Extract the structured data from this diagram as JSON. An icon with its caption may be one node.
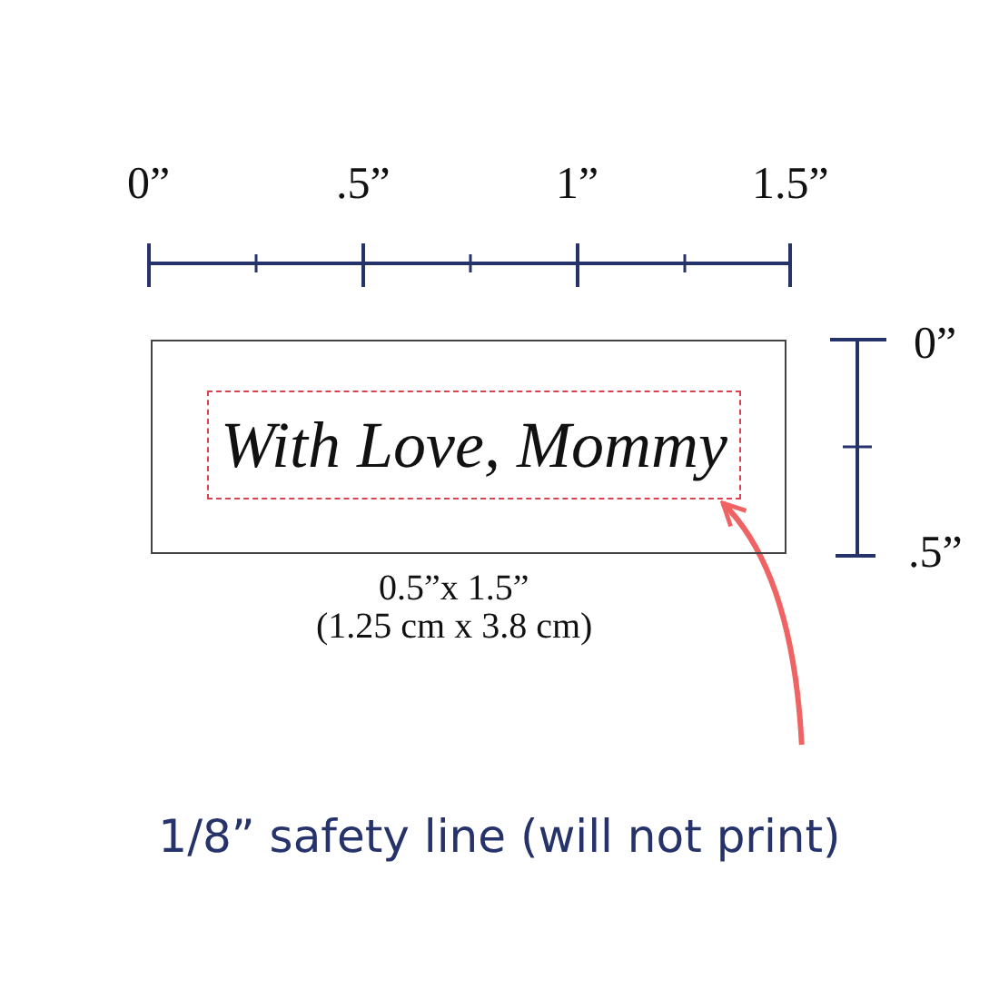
{
  "diagram": {
    "nodes": [
      {
        "text": [],
        "shape": "box",
        "beside": [
          "0.5”x 1.5”",
          "(1.25 cm x 3.8 cm)"
        ]
      },
      {
        "text": [
          "With Love, Mommy"
        ],
        "in": 0
      },
      {
        "text": [
          "1/8” safety line (will not print)"
        ]
      }
    ],
    "edges": [
      {
        "from": 2,
        "to": 1,
        "arrow": "to"
      }
    ],
    "labels": [
      "0”",
      ".5”",
      "1”",
      "1.5”",
      "0”",
      ".5”"
    ]
  }
}
